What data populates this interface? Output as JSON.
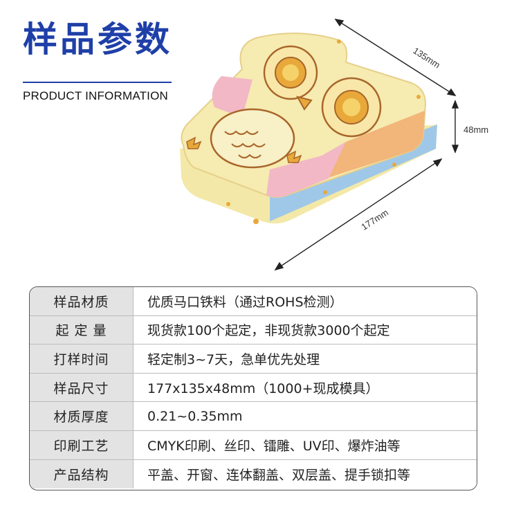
{
  "header": {
    "title": "样品参数",
    "subtitle": "PRODUCT INFORMATION"
  },
  "dimensions": {
    "width": "135mm",
    "height": "48mm",
    "length": "177mm"
  },
  "specs": [
    {
      "label": "样品材质",
      "value": "优质马口铁料（通过ROHS检测）"
    },
    {
      "label": "起 定 量",
      "value": "现货款100个起定，非现货款3000个起定"
    },
    {
      "label": "打样时间",
      "value": "轻定制3~7天，急单优先处理"
    },
    {
      "label": "样品尺寸",
      "value": "177x135x48mm（1000+现成模具）"
    },
    {
      "label": "材质厚度",
      "value": "0.21~0.35mm"
    },
    {
      "label": "印刷工艺",
      "value": "CMYK印刷、丝印、镭雕、UV印、爆炸油等"
    },
    {
      "label": "产品结构",
      "value": "平盖、开窗、连体翻盖、双层盖、提手锁扣等"
    }
  ],
  "colors": {
    "accent": "#1f3fa8",
    "label_bg": "#e3e3e3"
  }
}
